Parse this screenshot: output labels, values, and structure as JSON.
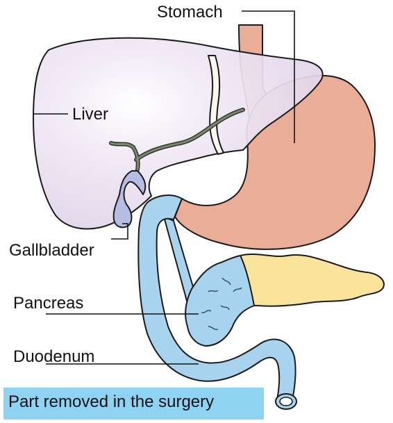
{
  "labels": {
    "stomach": "Stomach",
    "liver": "Liver",
    "gallbladder": "Gallbladder",
    "pancreas": "Pancreas",
    "duodenum": "Duodenum"
  },
  "legend": {
    "text": "Part removed in the surgery",
    "color": "#8fd3f2"
  },
  "colors": {
    "liver": "#e3d6ec",
    "stomach": "#eaae98",
    "pancreas_head": "#a8d3ee",
    "pancreas_body": "#fae39a",
    "duodenum": "#a8d3ee",
    "gallbladder": "#b6bde3",
    "bile_duct": "#7a8c6c"
  }
}
